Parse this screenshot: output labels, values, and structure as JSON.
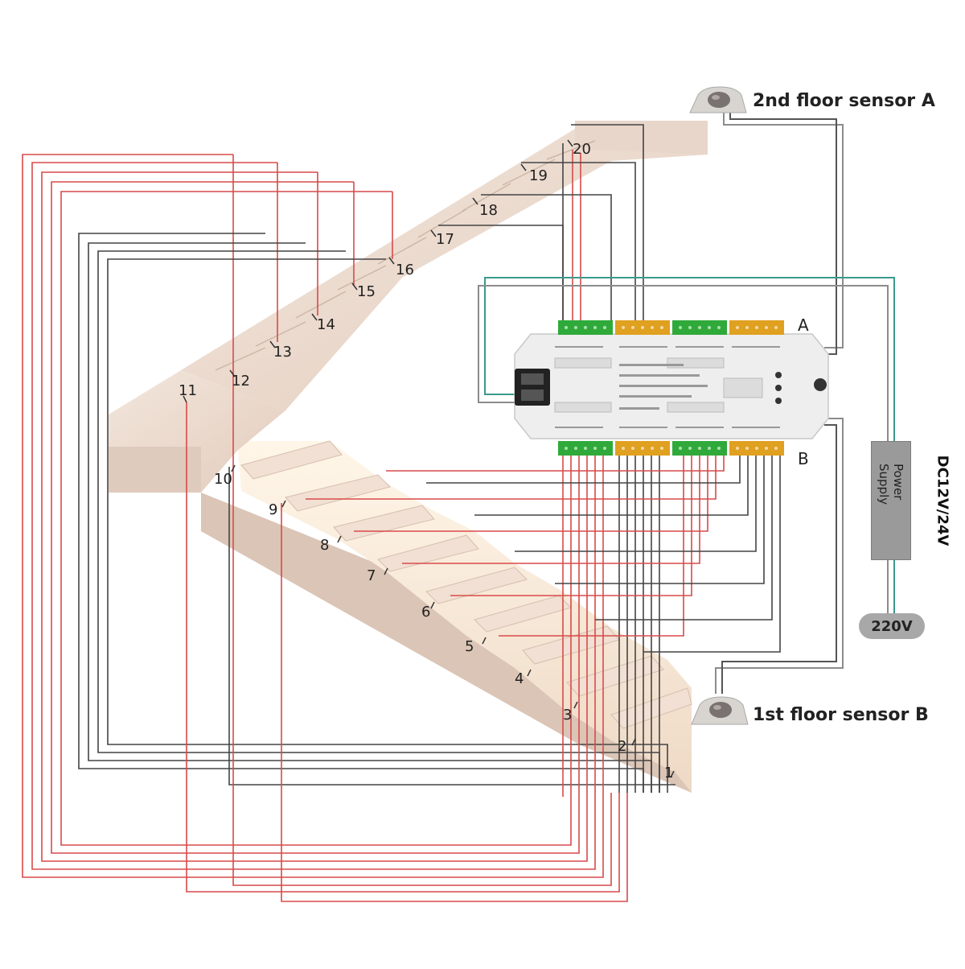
{
  "labels": {
    "sensor_a": "2nd floor sensor A",
    "sensor_b": "1st floor sensor B",
    "controller_a": "A",
    "controller_b": "B",
    "power_supply": "Power Supply",
    "dc_voltage": "DC12V/24V",
    "mains": "220V"
  },
  "steps": [
    "1",
    "2",
    "3",
    "4",
    "5",
    "6",
    "7",
    "8",
    "9",
    "10",
    "11",
    "12",
    "13",
    "14",
    "15",
    "16",
    "17",
    "18",
    "19",
    "20"
  ],
  "colors": {
    "wire_red": "#d94a4a",
    "wire_dark": "#444444",
    "wire_grey": "#8c8c8c",
    "wire_teal": "#3a9a8a",
    "stair": "#ecdcd0",
    "terminal_green": "#2faa3a",
    "terminal_orange": "#e0a020",
    "controller_body": "#eeeeee"
  }
}
